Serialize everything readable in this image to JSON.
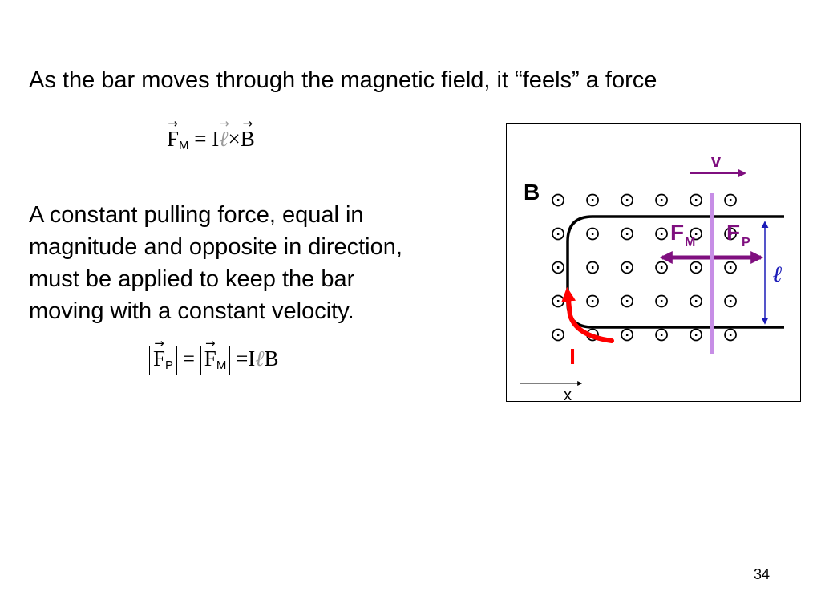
{
  "slide": {
    "heading": "As the bar moves through the magnetic field, it “feels” a force",
    "equation1": {
      "lhs_symbol": "F",
      "lhs_subscript": "M",
      "equals": "=",
      "current": "I",
      "length": "ℓ",
      "cross": "×",
      "field": "B"
    },
    "paragraph_lines": [
      "A constant pulling force, equal in",
      "magnitude and opposite in direction,",
      "must be applied to keep the bar",
      "moving with a constant velocity."
    ],
    "equation2": {
      "symbol_p": "F",
      "subscript_p": "P",
      "equals": "=",
      "symbol_m": "F",
      "subscript_m": "M",
      "current": "I",
      "length": "ℓ",
      "field": "B"
    },
    "page_number": "34"
  },
  "diagram": {
    "label_b": "B",
    "label_v": "v",
    "label_fm": "F",
    "label_fm_sub": "M",
    "label_fp": "F",
    "label_fp_sub": "P",
    "label_length": "ℓ",
    "label_current": "I",
    "label_x": "x",
    "field_symbol": "⊙",
    "colors": {
      "force_arrows": "#7f0f7f",
      "bar": "#c78ee6",
      "length_arrow": "#1c1cb8",
      "current": "#ff0000",
      "rails": "#000000"
    }
  }
}
